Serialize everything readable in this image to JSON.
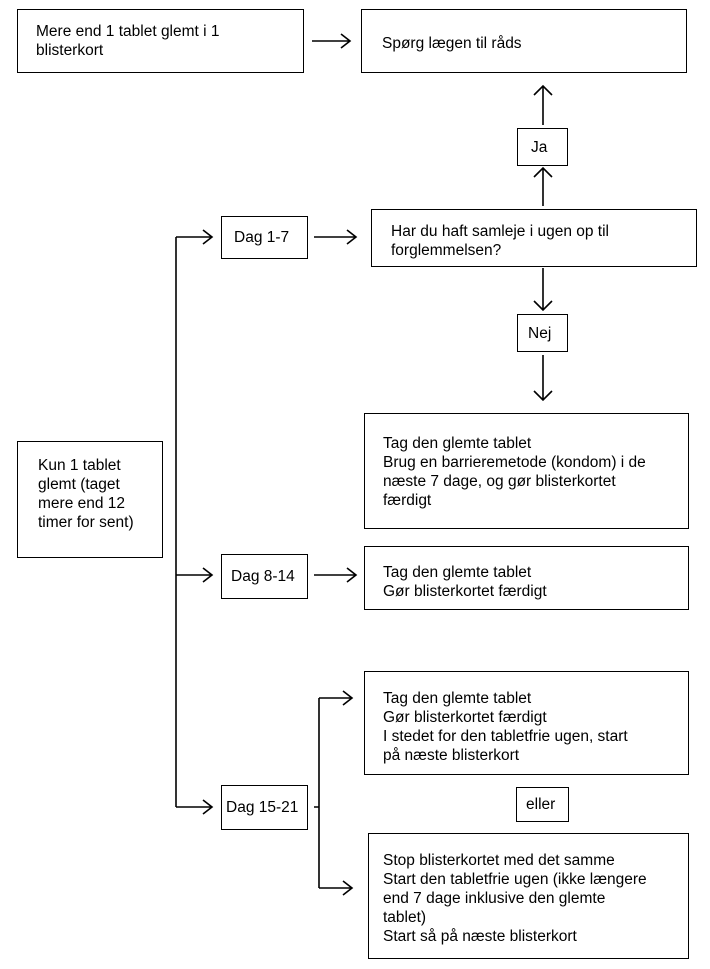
{
  "top": {
    "more_than_one": [
      "Mere end 1 tablet glemt i 1",
      "blisterkort"
    ],
    "ask_doctor": "Spørg lægen til råds"
  },
  "start": [
    "Kun 1 tablet",
    "glemt (taget",
    "mere end 12",
    "timer for sent)"
  ],
  "day_ranges": {
    "d1_7": "Dag 1-7",
    "d8_14": "Dag 8-14",
    "d15_21": "Dag 15-21"
  },
  "question": [
    "Har du haft samleje i ugen op til",
    "forglemmelsen?"
  ],
  "answers": {
    "yes": "Ja",
    "no": "Nej"
  },
  "outcome_d1_7": [
    "Tag den glemte tablet",
    "Brug en barrieremetode (kondom) i de",
    "næste 7 dage, og gør blisterkortet",
    "færdigt"
  ],
  "outcome_d8_14": [
    "Tag den glemte tablet",
    "Gør blisterkortet færdigt"
  ],
  "outcome_d15_21_a": [
    "Tag den glemte tablet",
    "Gør blisterkortet færdigt",
    "I stedet for den tabletfrie ugen, start",
    "på næste blisterkort"
  ],
  "or_label": "eller",
  "outcome_d15_21_b": [
    "Stop blisterkortet med det samme",
    "Start den tabletfrie ugen (ikke længere",
    "end 7 dage inklusive den glemte",
    "tablet)",
    "Start så på næste blisterkort"
  ]
}
